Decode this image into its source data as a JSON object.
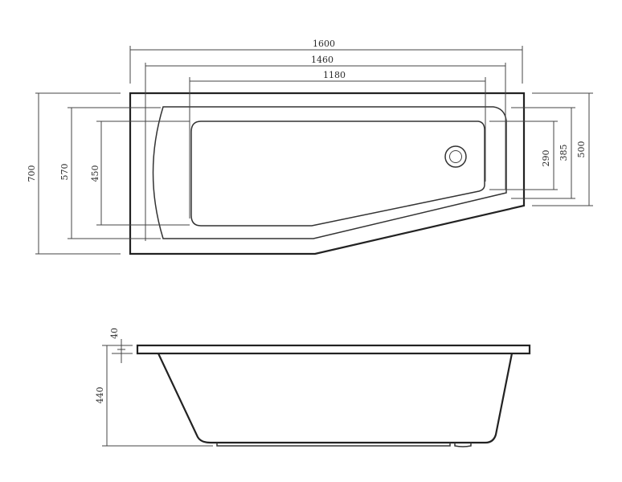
{
  "top_view": {
    "horizontal_dims": {
      "overall_length": "1600",
      "length_mid": "1460",
      "inner_length": "1180"
    },
    "left_dims": {
      "overall_width": "700",
      "width_mid": "570",
      "inner_width": "450"
    },
    "right_dims": {
      "right_outer": "500",
      "right_mid": "385",
      "right_inner": "290"
    }
  },
  "side_view": {
    "rim_thickness": "40",
    "depth": "440"
  },
  "colors": {
    "line": "#222222",
    "background": "#ffffff"
  }
}
